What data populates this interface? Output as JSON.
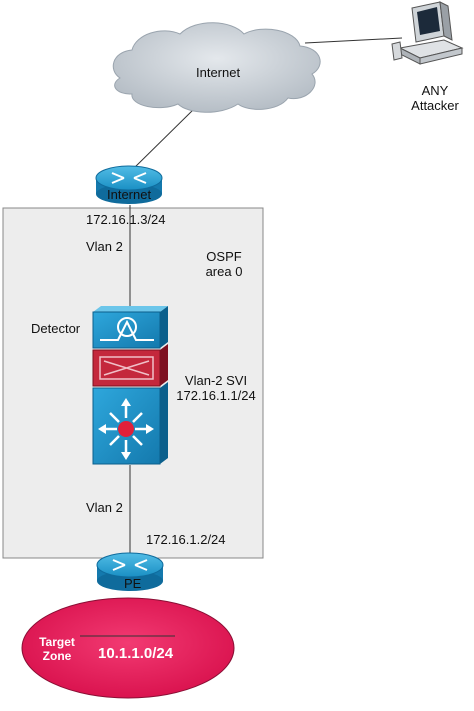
{
  "cloud": {
    "label": "Internet"
  },
  "attacker": {
    "line1": "ANY",
    "line2": "Attacker"
  },
  "internet_router": {
    "label": "Internet",
    "ip": "172.16.1.3/24"
  },
  "ospf_area": {
    "line1": "OSPF",
    "line2": "area 0"
  },
  "vlan_top": "Vlan 2",
  "vlan_bottom": "Vlan 2",
  "detector": {
    "label": "Detector"
  },
  "svi": {
    "line1": "Vlan-2 SVI",
    "line2": "172.16.1.1/24"
  },
  "pe_router": {
    "label": "PE",
    "ip": "172.16.1.2/24"
  },
  "target": {
    "line1": "Target",
    "line2": "Zone",
    "network": "10.1.1.0/24"
  },
  "colors": {
    "cisco_blue": "#1a8fc4",
    "cisco_dark": "#0b5f8c",
    "firewall_red": "#c4283c",
    "target_pink": "#e8185a",
    "area_bg": "#ededed"
  }
}
